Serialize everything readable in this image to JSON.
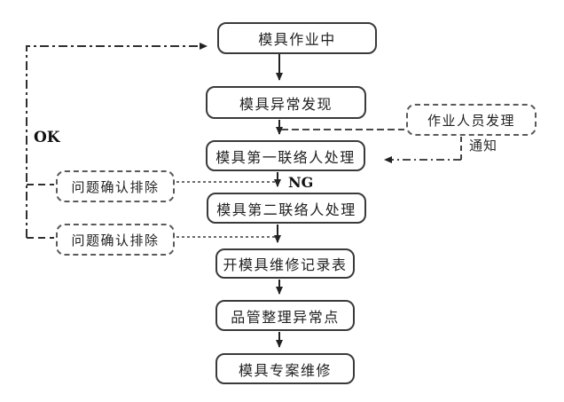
{
  "page": {
    "background": "#ffffff",
    "line_color": "#2f2f2f",
    "box_fill": "#ffffff"
  },
  "flow": {
    "main_steps": [
      {
        "id": "mold-working",
        "label": "模具作业中"
      },
      {
        "id": "abnormal-found",
        "label": "模具异常发现"
      },
      {
        "id": "first-contact",
        "label": "模具第一联络人处理"
      },
      {
        "id": "second-contact",
        "label": "模具第二联络人处理"
      },
      {
        "id": "repair-record-form",
        "label": "开模具维修记录表"
      },
      {
        "id": "qc-organize",
        "label": "品管整理异常点"
      },
      {
        "id": "special-repair",
        "label": "模具专案维修"
      }
    ],
    "side_steps": [
      {
        "id": "operator-handle",
        "label": "作业人员发理"
      },
      {
        "id": "problem-resolved-1",
        "label": "问题确认排除"
      },
      {
        "id": "problem-resolved-2",
        "label": "问题确认排除"
      }
    ],
    "edge_labels": {
      "ok": "OK",
      "ng": "NG",
      "notify": "通知"
    },
    "edges": [
      {
        "from": "模具作业中",
        "to": "模具异常发现",
        "style": "solid-arrow"
      },
      {
        "from": "模具异常发现",
        "to": "模具第一联络人处理",
        "style": "solid-arrow"
      },
      {
        "from": "模具异常发现",
        "to": "作业人员发理",
        "style": "dashed-line"
      },
      {
        "from": "作业人员发理",
        "to": "模具第一联络人处理",
        "style": "dash-dot-arrow",
        "label": "通知"
      },
      {
        "from": "模具第一联络人处理",
        "to": "模具第二联络人处理",
        "style": "solid-arrow",
        "label": "NG"
      },
      {
        "from": "模具第一联络人处理",
        "to": "问题确认排除",
        "style": "dotted-line"
      },
      {
        "from": "模具第二联络人处理",
        "to": "开模具维修记录表",
        "style": "solid-arrow"
      },
      {
        "from": "模具第二联络人处理",
        "to": "问题确认排除",
        "style": "dotted-line"
      },
      {
        "from": "问题确认排除",
        "to": "模具作业中",
        "style": "dash-dot-arrow",
        "label": "OK"
      },
      {
        "from": "开模具维修记录表",
        "to": "品管整理异常点",
        "style": "solid-arrow"
      },
      {
        "from": "品管整理异常点",
        "to": "模具专案维修",
        "style": "solid-arrow"
      }
    ]
  }
}
